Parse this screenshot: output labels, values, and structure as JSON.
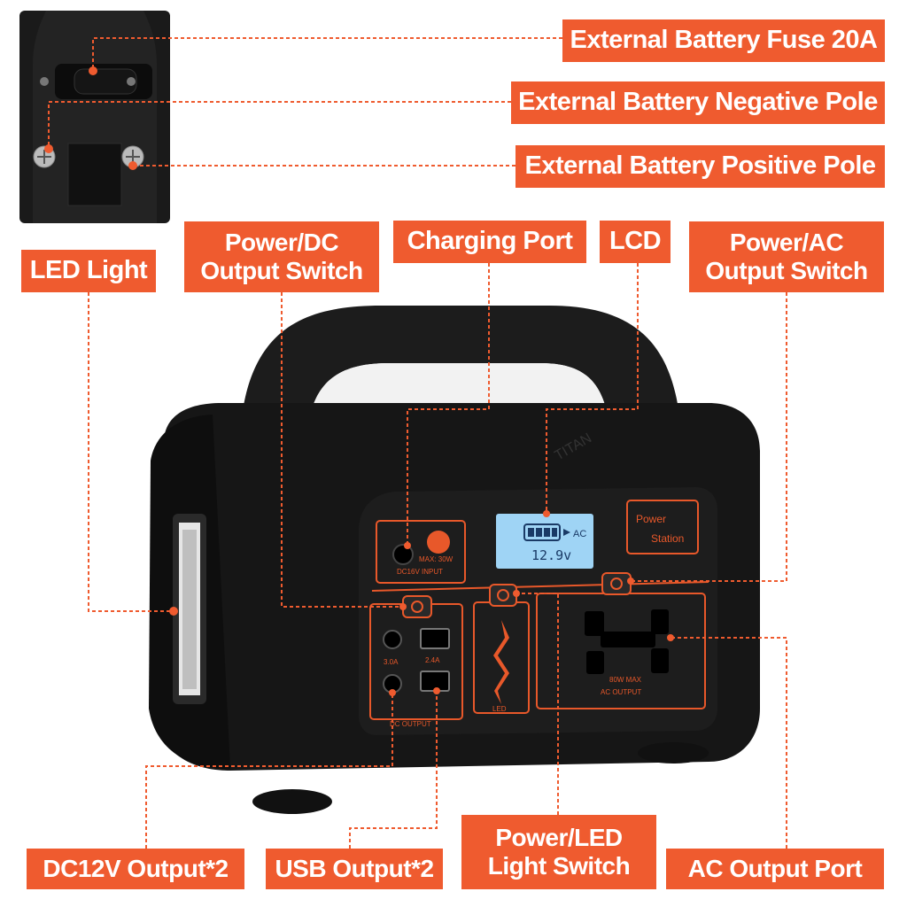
{
  "labels": {
    "fuse": "External Battery Fuse 20A",
    "negative_pole": "External Battery Negative Pole",
    "positive_pole": "External Battery Positive Pole",
    "led_light": "LED Light",
    "power_dc_switch_line1": "Power/DC",
    "power_dc_switch_line2": "Output Switch",
    "charging_port": "Charging Port",
    "lcd": "LCD",
    "power_ac_switch_line1": "Power/AC",
    "power_ac_switch_line2": "Output Switch",
    "dc12v_output": "DC12V Output*2",
    "usb_output": "USB Output*2",
    "power_led_switch_line1": "Power/LED",
    "power_led_switch_line2": "Light Switch",
    "ac_output_port": "AC Output Port"
  },
  "device": {
    "lcd_voltage": "12.9v",
    "lcd_ac_indicator": "AC",
    "brand_line1": "Power",
    "brand_line2": "Station",
    "input_rating_line1": "MAX: 30W",
    "input_rating_line2": "DC16V  INPUT",
    "dc_current": "3.0A",
    "usb_current": "2.4A",
    "dc_section_label": "DC OUTPUT",
    "led_section_label": "LED",
    "ac_max": "80W MAX",
    "ac_section_label": "AC OUTPUT",
    "watermark": "TITAN"
  },
  "colors": {
    "accent": "#ef5b2f",
    "device_body": "#151515",
    "panel_trim": "#e8582a",
    "lcd_screen": "#9fd4f5"
  }
}
